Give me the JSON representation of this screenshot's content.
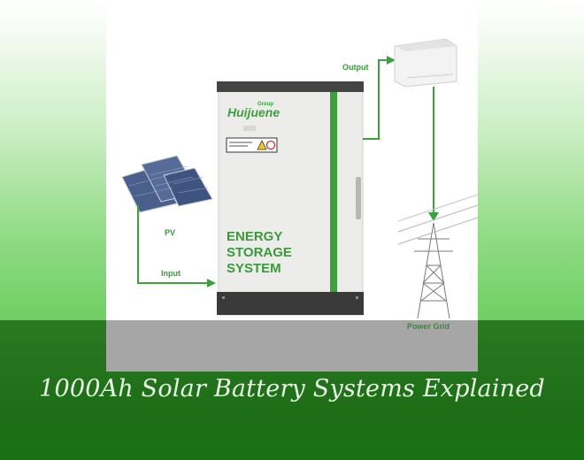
{
  "brand": {
    "name": "Huijuene",
    "group": "Group"
  },
  "cabinet": {
    "line1": "ENERGY",
    "line2": "STORAGE",
    "line3": "SYSTEM"
  },
  "labels": {
    "pv": "PV",
    "input": "Input",
    "output": "Output",
    "grid": "Power Grid"
  },
  "caption": "1000Ah Solar Battery Systems Explained",
  "colors": {
    "accent_green": "#3aa13c",
    "cabinet_body": "#ececea",
    "cabinet_top": "#444444",
    "band_green": "#1f6e18"
  }
}
